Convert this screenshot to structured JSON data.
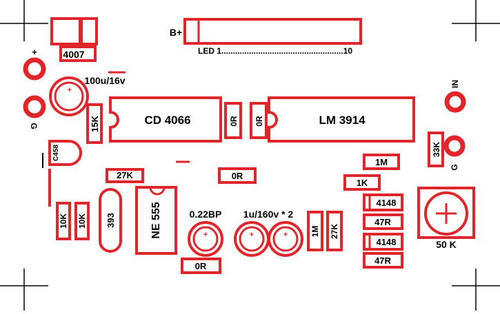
{
  "colors": {
    "outline": "#e0262a",
    "text": "#000000",
    "crop_marks": "#000000",
    "background": "#ffffff"
  },
  "labels": {
    "diode_4007": "4007",
    "plus": "+",
    "ground": "G",
    "cap_100u": "100u/16v",
    "r_15k": "15K",
    "ic_cd4066": "CD 4066",
    "jumper_0r_1": "0R",
    "jumper_0r_2": "0R",
    "ic_lm3914": "LM 3914",
    "input": "IN",
    "b_plus": "B+",
    "led_range": "LED 1.....................................................10",
    "transistor_c458": "C458",
    "r_27k": "27K",
    "jumper_0r_3": "0R",
    "r_1m_a": "1M",
    "r_1k": "1K",
    "r_33k": "33K",
    "ground_2": "G",
    "r_10k_a": "10K",
    "r_10k_b": "10K",
    "cap_393": "393",
    "ic_ne555": "NE 555",
    "cap_022bp": "0.22BP",
    "cap_1u160v": "1u/160v * 2",
    "r_1m_b": "1M",
    "r_27k_b": "27K",
    "diode_4148_a": "4148",
    "r_47r_a": "47R",
    "diode_4148_b": "4148",
    "r_47r_b": "47R",
    "pot_50k": "50 K",
    "jumper_0r_4": "0R"
  }
}
